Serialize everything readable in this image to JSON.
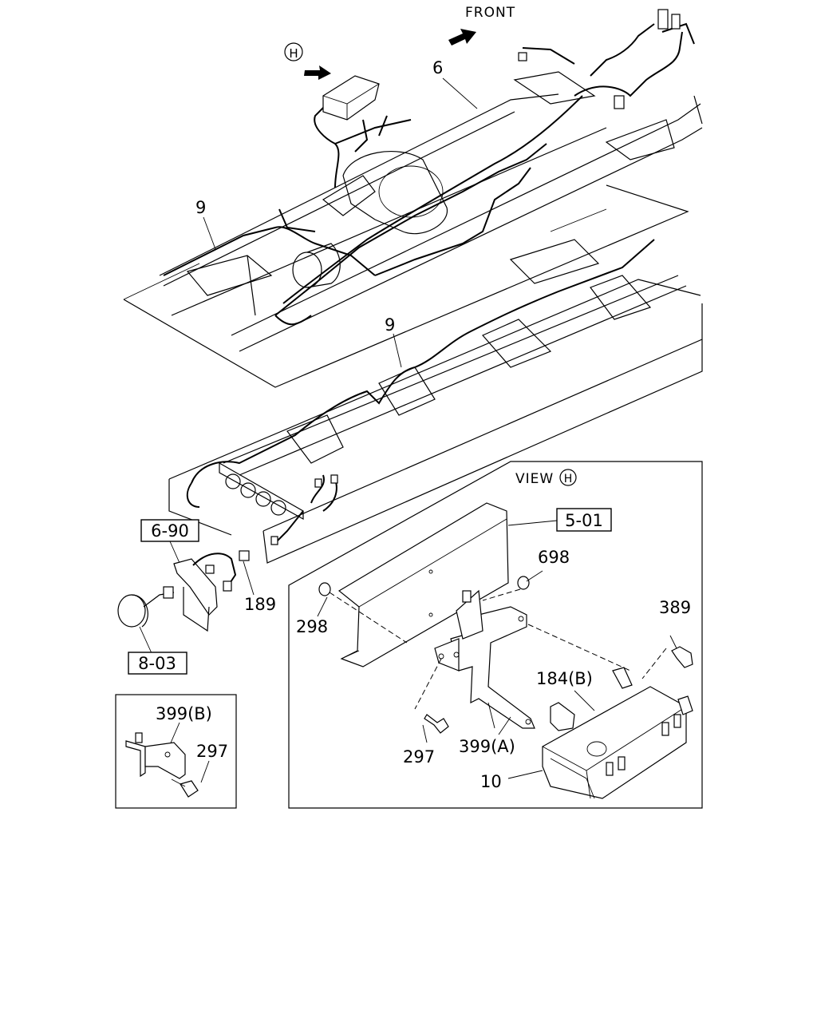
{
  "labels": {
    "front": "FRONT",
    "view": "VIEW",
    "view_letter": "H",
    "callout_h": "H",
    "part_6": "6",
    "part_9_upper": "9",
    "part_9_lower": "9",
    "ref_6_90": "6-90",
    "ref_8_03": "8-03",
    "ref_5_01": "5-01",
    "part_189": "189",
    "part_698": "698",
    "part_298": "298",
    "part_389": "389",
    "part_184b": "184(B)",
    "part_297": "297",
    "part_399a": "399(A)",
    "part_10": "10",
    "inset_399b": "399(B)",
    "inset_297": "297"
  },
  "colors": {
    "ink": "#000000",
    "paper": "#ffffff"
  }
}
